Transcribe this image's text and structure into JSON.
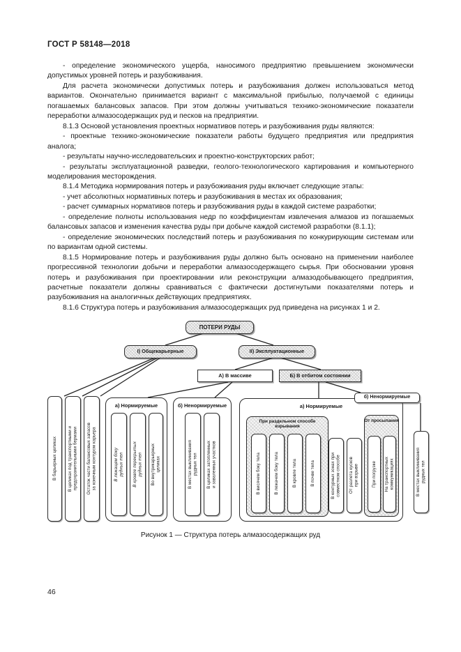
{
  "document": {
    "standard_header": "ГОСТ Р 58148—2018",
    "page_number": "46"
  },
  "body": {
    "paragraphs": [
      "- определение экономического ущерба, наносимого предприятию превышением экономически допустимых уровней потерь и разубоживания.",
      "Для расчета экономически допустимых потерь и разубоживания должен использоваться метод вариантов. Окончательно принимается вариант с максимальной прибылью, получаемой с единицы погашаемых балансовых запасов. При этом должны учитываться технико-экономические показатели переработки алмазосодержащих руд и песков на предприятии.",
      "8.1.3 Основой установления проектных нормативов потерь и разубоживания руды являются:",
      "- проектные технико-экономические показатели работы будущего предприятия или предприятия аналога;",
      "- результаты научно-исследовательских и проектно-конструкторских работ;",
      "- результаты эксплуатационной разведки, геолого-технологического картирования и компьютерного моделирования месторождения.",
      "8.1.4 Методика нормирования потерь и разубоживания руды включает следующие этапы:",
      "- учет абсолютных нормативных потерь и разубоживания в местах их образования;",
      "- расчет суммарных нормативов потерь и разубоживания руды в каждой системе разработки;",
      "- определение полноты использования недр по коэффициентам извлечения алмазов из погашаемых балансовых запасов и изменения качества руды при добыче каждой системой разработки (8.1.1);",
      "- определение экономических последствий потерь и разубоживания по конкурирующим системам или по вариантам одной системы.",
      "8.1.5 Нормирование потерь и разубоживания руды должно быть основано на применении наиболее прогрессивной технологии добычи и переработки алмазосодержащего сырья. При обосновании уровня потерь и разубоживания при проектировании или реконструкции алмазодобывающего предприятия, расчетные показатели должны сравниваться с фактически достигнутыми показателями потерь и разубоживания на аналогичных действующих предприятиях.",
      "8.1.6 Структура потерь и разубоживания алмазосодержащих руд приведена на рисунках 1 и 2."
    ]
  },
  "figure": {
    "caption": "Рисунок 1 — Структура потерь алмазосодержащих руд",
    "root": "ПОТЕРИ РУДЫ",
    "level1": [
      "I) Общекарьерные",
      "II) Эксплуатационные"
    ],
    "level2": [
      "А) В массиве",
      "Б) В отбитом состоянии"
    ],
    "side_node": "б) Ненормируемые",
    "groups": {
      "massive_normed": "а) Нормируемые",
      "massive_not_normed": "б) Ненормируемые",
      "broken_normed": "а) Нормируемые"
    },
    "subtitles": {
      "separate_blasting": "При раздельном способе\nвзрывания",
      "spillage": "От\nпросыпания"
    },
    "open_pit_leaves": [
      "В барьерных целиках",
      "В целиках под транспортными и\nпредохранительными бермами",
      "Остаток части балансовых запасов\nза конечным контуром карьера"
    ],
    "massive_normed_leaves": [
      "В лежащем боку\nрудных тел",
      "В кровле перекрытых\nрудных тел",
      "Во внутрикарьерных\nцеликах"
    ],
    "massive_not_normed_leaves": [
      "В местах выклинивания\nрудных тел",
      "В целиках затопленных\nи заваленных участков"
    ],
    "separate_blasting_leaves": [
      "В висячем боку тела",
      "В лежачем боку тела",
      "В кровле тела",
      "В почве тела"
    ],
    "broken_other_leaves": [
      "В контурных зонах при\nсовместном способе",
      "От разлета кусков\nпри взрыве"
    ],
    "spillage_leaves": [
      "При погрузке",
      "На транспортных\nкоммуникациях"
    ],
    "not_normed_leaves": [
      "В местах выклинивания\nрудных тел"
    ]
  }
}
